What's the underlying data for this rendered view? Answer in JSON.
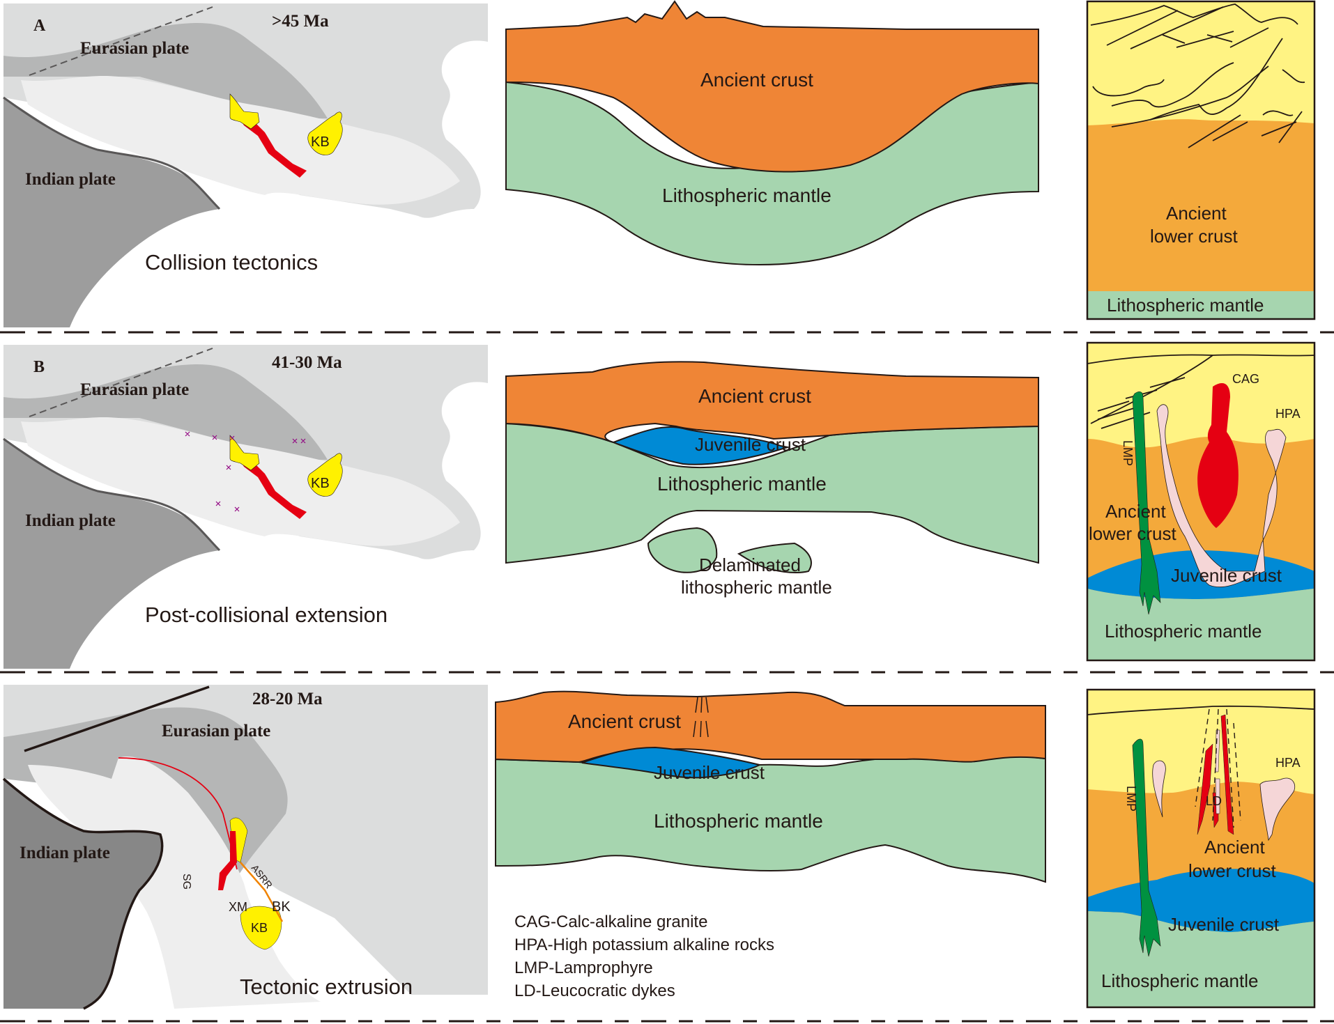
{
  "colors": {
    "ancient_crust": "#EF8536",
    "lithospheric_mantle": "#A6D5AF",
    "juvenile_crust": "#008AD5",
    "upper_crust_yellow": "#FFF383",
    "lower_crust_orange": "#F4A93B",
    "cag_red": "#E50012",
    "hpa_pink": "#F5D6D7",
    "lmp_green": "#009140",
    "kb_yellow": "#FFF100",
    "indian_plate": "#9D9D9D",
    "eurasia_dark": "#B5B6B6",
    "eurasia_light": "#DCDDDD",
    "belt_pale": "#EEEEEE"
  },
  "panels": [
    {
      "letter": "A",
      "age": ">45 Ma",
      "map": {
        "eurasian_label": "Eurasian plate",
        "indian_label": "Indian plate",
        "kb_label": "KB",
        "caption": "Collision tectonics"
      },
      "section": {
        "ancient_crust": "Ancient crust",
        "mantle": "Lithospheric mantle"
      },
      "column": {
        "lower_crust_line1": "Ancient",
        "lower_crust_line2": "lower crust",
        "mantle": "Lithospheric mantle"
      }
    },
    {
      "letter": "B",
      "age": "41-30 Ma",
      "map": {
        "eurasian_label": "Eurasian plate",
        "indian_label": "Indian plate",
        "kb_label": "KB",
        "caption": "Post-collisional extension"
      },
      "section": {
        "ancient_crust": "Ancient crust",
        "juvenile_crust": "Juvenile crust",
        "mantle": "Lithospheric mantle",
        "delaminated_line1": "Delaminated",
        "delaminated_line2": "lithospheric mantle"
      },
      "column": {
        "cag": "CAG",
        "hpa": "HPA",
        "lmp": "LMP",
        "lower_crust_line1": "Ancient",
        "lower_crust_line2": "lower crust",
        "juvenile_crust": "Juvenile crust",
        "mantle": "Lithospheric mantle"
      }
    },
    {
      "letter": "",
      "age": "28-20 Ma",
      "map": {
        "eurasian_label": "Eurasian plate",
        "indian_label": "Indian plate",
        "kb_label": "KB",
        "xm_label": "XM",
        "bk_label": "BK",
        "sg_label": "SG",
        "asrr_label": "ASRR",
        "caption": "Tectonic extrusion"
      },
      "section": {
        "ancient_crust": "Ancient crust",
        "juvenile_crust": "Juvenile crust",
        "mantle": "Lithospheric mantle"
      },
      "column": {
        "hpa": "HPA",
        "lmp": "LMP",
        "ld": "LD",
        "lower_crust_line1": "Ancient",
        "lower_crust_line2": "lower crust",
        "juvenile_crust": "Juvenile crust",
        "mantle": "Lithospheric mantle"
      }
    }
  ],
  "legend": [
    "CAG-Calc-alkaline granite",
    "HPA-High potassium alkaline rocks",
    "LMP-Lamprophyre",
    "LD-Leucocratic dykes"
  ]
}
